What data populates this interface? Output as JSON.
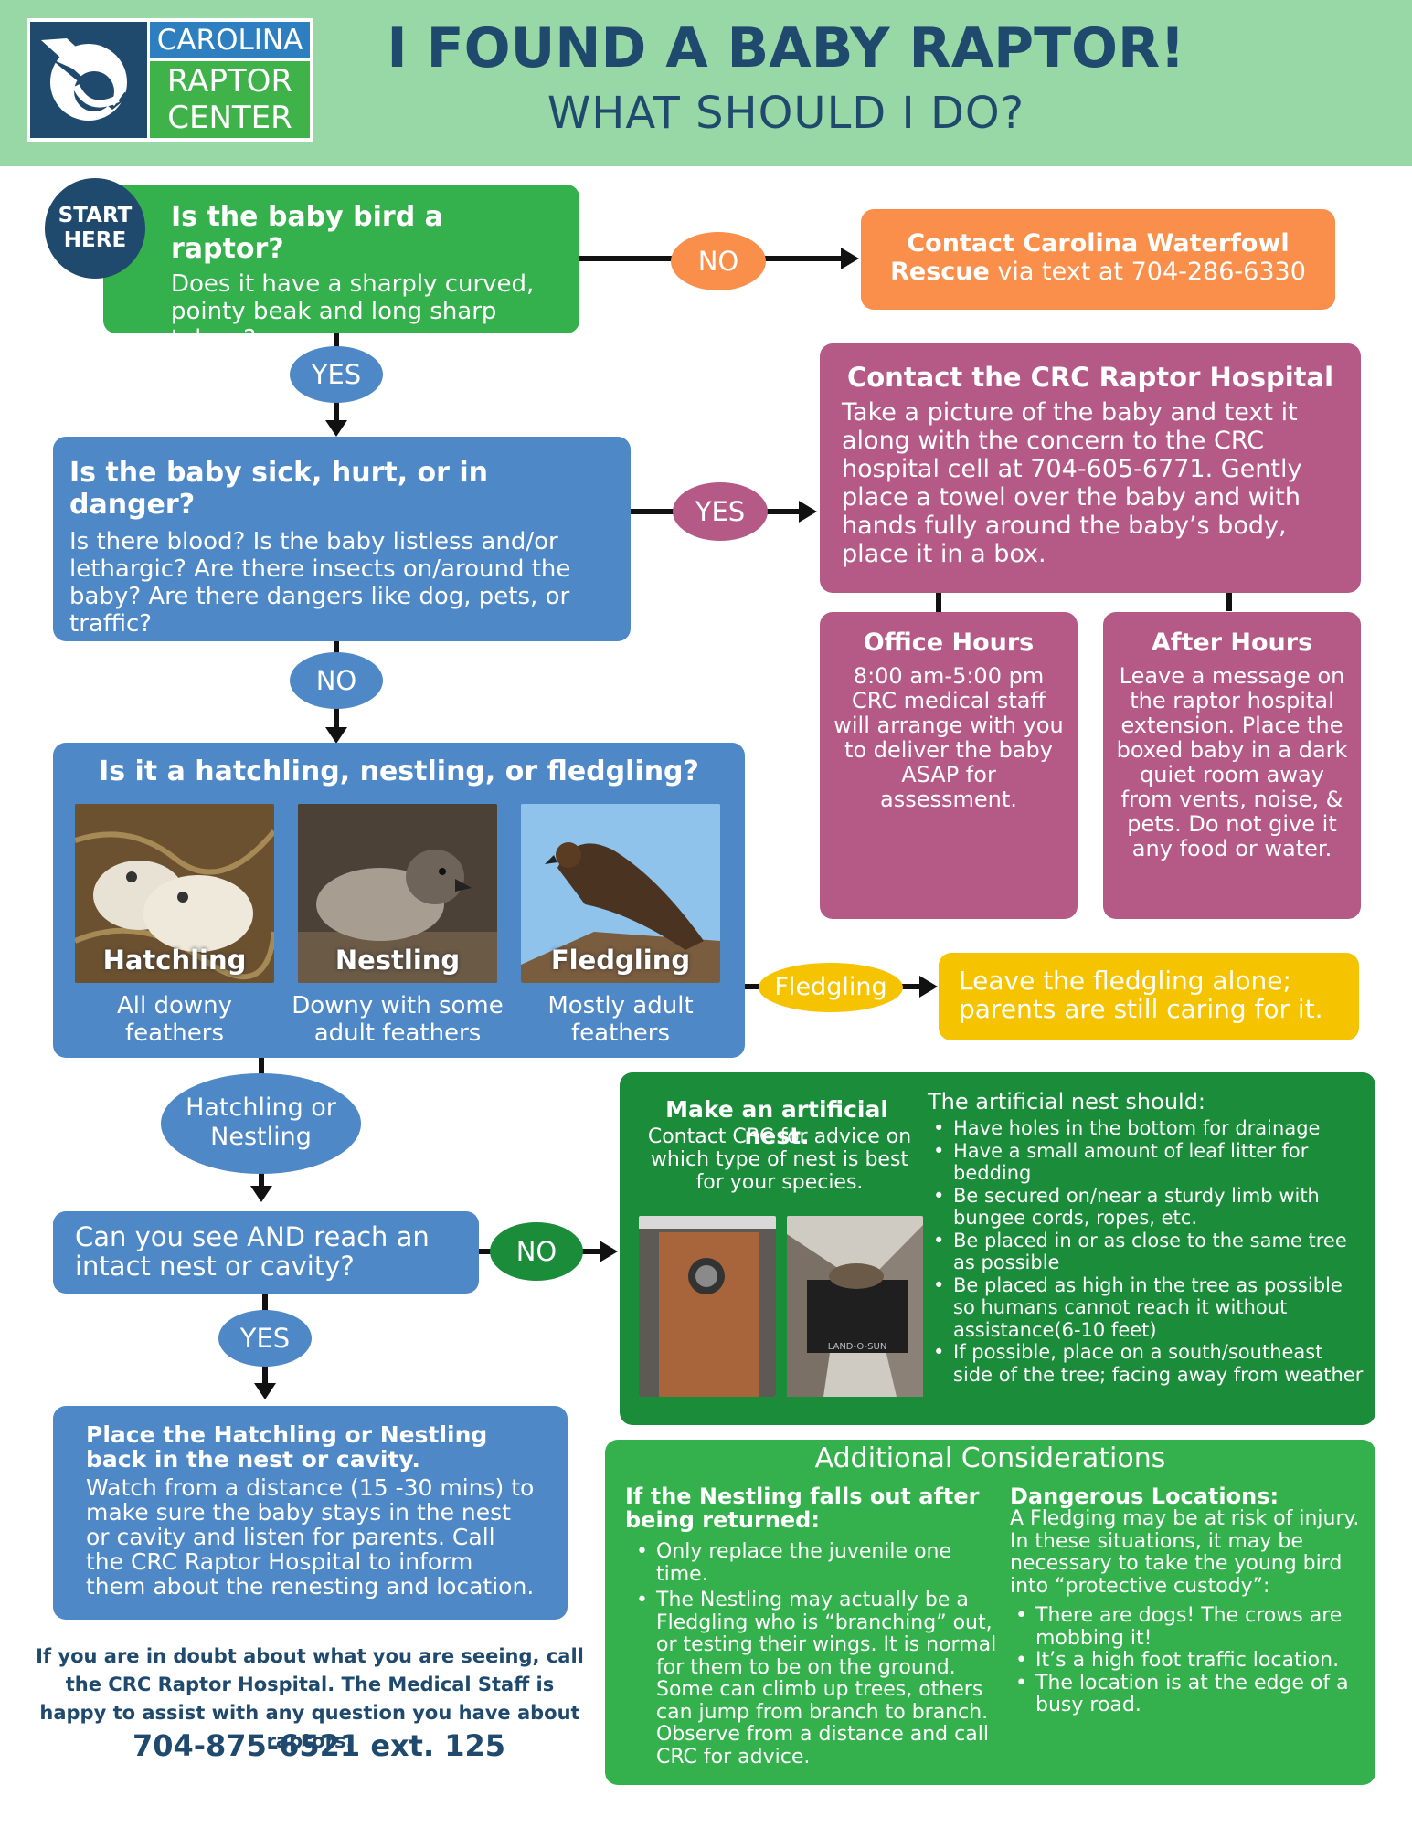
{
  "header": {
    "logo_top": "CAROLINA",
    "logo_mid": "RAPTOR",
    "logo_bot": "CENTER",
    "title": "I FOUND A BABY RAPTOR!",
    "subtitle": "WHAT SHOULD I DO?"
  },
  "start": {
    "line1": "START",
    "line2": "HERE"
  },
  "q1": {
    "title": "Is the baby bird a raptor?",
    "body": "Does it have a sharply curved, pointy beak and long sharp talons?"
  },
  "waterfowl": {
    "bold": "Contact Carolina Waterfowl Rescue",
    "rest": " via text at 704-286-6330"
  },
  "labels": {
    "no": "NO",
    "yes": "YES",
    "fledgling": "Fledgling",
    "hatch_or_nest_1": "Hatchling or",
    "hatch_or_nest_2": "Nestling"
  },
  "q2": {
    "title": "Is the baby sick, hurt, or in danger?",
    "body": "Is there blood? Is the baby listless and/or lethargic? Are there insects on/around the baby? Are there dangers like dog, pets, or traffic?"
  },
  "hospital": {
    "title": "Contact the CRC Raptor Hospital",
    "body": "Take a picture of the baby and text it along with the concern to the CRC hospital cell at 704-605-6771. Gently place a towel over the baby and with hands fully around the baby’s body, place it in a box."
  },
  "office": {
    "title": "Office Hours",
    "body": "8:00 am-5:00 pm CRC medical staff will arrange with you to deliver the baby ASAP for assessment."
  },
  "after": {
    "title": "After Hours",
    "body": "Leave a message on the raptor hospital extension. Place the boxed baby in a dark quiet room away from vents, noise, & pets. Do not give it any food or water."
  },
  "q3": {
    "title": "Is it a hatchling, nestling, or fledgling?",
    "stages": [
      {
        "name": "Hatchling",
        "desc": "All downy feathers"
      },
      {
        "name": "Nestling",
        "desc": "Downy with some adult feathers"
      },
      {
        "name": "Fledgling",
        "desc": "Mostly adult feathers"
      }
    ]
  },
  "leave": {
    "text": "Leave the fledgling alone; parents are still caring for it."
  },
  "q4": {
    "title": "Can you see AND reach an intact nest or cavity?"
  },
  "artificial": {
    "title": "Make an artificial nest.",
    "body": "Contact CRC for advice on which type of nest is best for your species.",
    "list_title": "The artificial nest should:",
    "items": [
      "Have holes in the bottom for drainage",
      "Have a small amount of leaf litter for bedding",
      "Be secured on/near a sturdy limb with bungee cords, ropes, etc.",
      "Be placed in or as close to the same tree as possible",
      "Be placed as high in the tree as possible so humans cannot reach it without assistance(6-10 feet)",
      "If possible, place on a south/southeast side of the tree; facing away from weather"
    ],
    "crate_text": "LAND-O-SUN"
  },
  "place": {
    "title": "Place the Hatchling or Nestling back in the nest or cavity.",
    "body": "Watch from a distance (15 -30 mins) to make sure the baby stays in the nest or cavity and listen for parents. Call the CRC Raptor Hospital to inform them about the renesting and location."
  },
  "additional": {
    "title": "Additional Considerations",
    "left_title": "If the Nestling falls out after being returned:",
    "left_items": [
      "Only replace the juvenile one time.",
      "The Nestling may actually be a Fledgling who is “branching” out, or testing their wings. It is normal for them to be on the ground. Some can climb up trees, others can jump from branch to branch. Observe from a distance and call CRC for advice."
    ],
    "right_title": "Dangerous Locations:",
    "right_body": "A Fledging may be at risk of injury. In these situations, it may be necessary to take the young bird into “protective custody”:",
    "right_items": [
      "There are dogs! The crows are mobbing it!",
      "It’s a high foot traffic location.",
      "The location is at the edge of a busy road."
    ]
  },
  "footer": {
    "text": "If you are in doubt about what you are seeing, call the CRC Raptor Hospital. The Medical Staff is happy to assist with any question you have about raptors.",
    "phone": "704-875-6521 ext. 125"
  },
  "colors": {
    "header_bg": "#98d8a6",
    "navy": "#1f4a6e",
    "green": "#34b14d",
    "blue": "#4e88c6",
    "pink": "#b55a87",
    "orange": "#f98f4a",
    "yellow": "#f6c300",
    "dark_green": "#1a8c3a"
  }
}
